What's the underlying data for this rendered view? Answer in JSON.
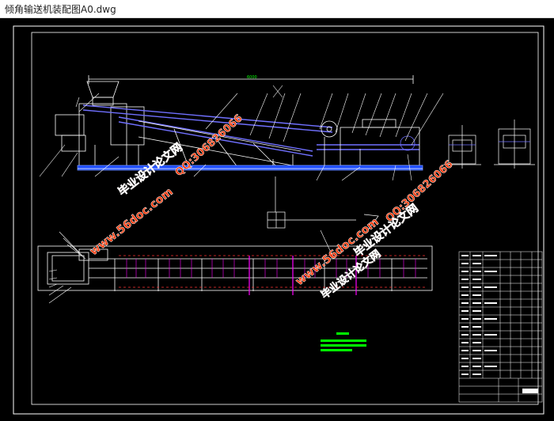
{
  "window": {
    "title": "倾角输送机装配图A0.dwg"
  },
  "colors": {
    "background": "#000000",
    "frame": "#ffffff",
    "machine": "#ffffff",
    "belt": "#7070ff",
    "accent": "#ff00ff",
    "dim": "#00ff00",
    "label": "#ff3030"
  },
  "watermarks": [
    {
      "id": "wm1",
      "text": "毕业设计论文网"
    },
    {
      "id": "wm2",
      "text": "www.56doc.com"
    },
    {
      "id": "wm3",
      "text": "QQ:306826066"
    },
    {
      "id": "wm4",
      "text": "QQ:306826066"
    },
    {
      "id": "wm5",
      "text": "毕业设计论文网"
    },
    {
      "id": "wm6",
      "text": "www.56doc.com"
    },
    {
      "id": "wm7",
      "text": "毕业设计论文网"
    }
  ]
}
